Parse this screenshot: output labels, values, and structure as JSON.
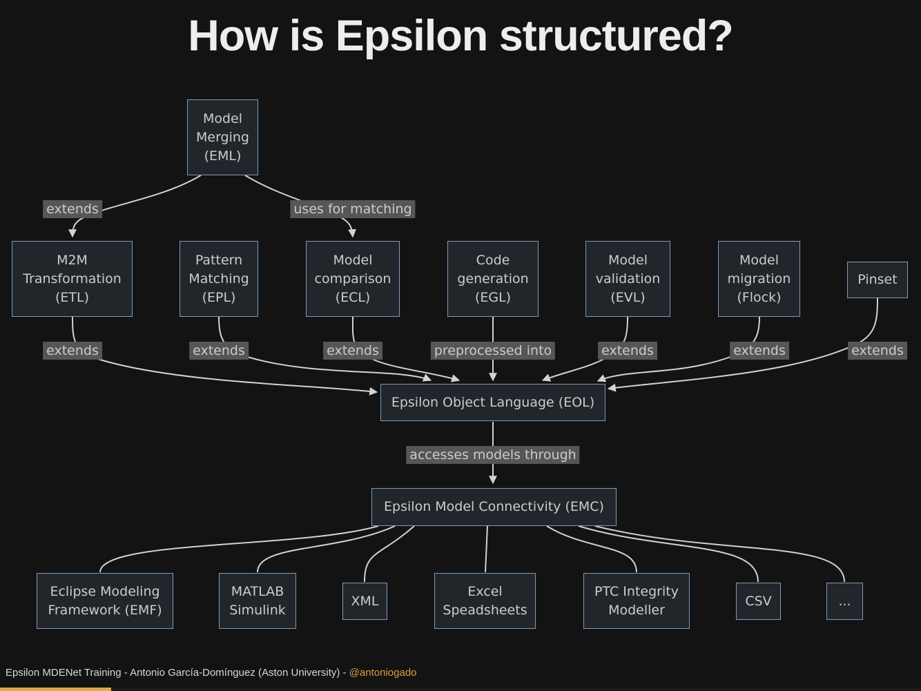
{
  "title": "How is Epsilon structured?",
  "diagram": {
    "nodes": [
      {
        "id": "eml",
        "label": "Model Merging (EML)"
      },
      {
        "id": "etl",
        "label": "M2M Transformation (ETL)"
      },
      {
        "id": "epl",
        "label": "Pattern Matching (EPL)"
      },
      {
        "id": "ecl",
        "label": "Model comparison (ECL)"
      },
      {
        "id": "egl",
        "label": "Code generation (EGL)"
      },
      {
        "id": "evl",
        "label": "Model validation (EVL)"
      },
      {
        "id": "flock",
        "label": "Model migration (Flock)"
      },
      {
        "id": "pinset",
        "label": "Pinset"
      },
      {
        "id": "eol",
        "label": "Epsilon Object Language (EOL)"
      },
      {
        "id": "emc",
        "label": "Epsilon Model Connectivity (EMC)"
      },
      {
        "id": "emf",
        "label": "Eclipse Modeling Framework (EMF)"
      },
      {
        "id": "matlab",
        "label": "MATLAB Simulink"
      },
      {
        "id": "xml",
        "label": "XML"
      },
      {
        "id": "excel",
        "label": "Excel Speadsheets"
      },
      {
        "id": "ptc",
        "label": "PTC Integrity Modeller"
      },
      {
        "id": "csv",
        "label": "CSV"
      },
      {
        "id": "more",
        "label": "..."
      }
    ],
    "edge_labels": [
      {
        "text": "extends"
      },
      {
        "text": "uses for matching"
      },
      {
        "text": "extends"
      },
      {
        "text": "extends"
      },
      {
        "text": "extends"
      },
      {
        "text": "preprocessed into"
      },
      {
        "text": "extends"
      },
      {
        "text": "extends"
      },
      {
        "text": "extends"
      },
      {
        "text": "accesses models through"
      }
    ]
  },
  "footer": {
    "text": "Epsilon MDENet Training - Antonio García-Domínguez (Aston University) - ",
    "handle": "@antoniogado"
  },
  "colors": {
    "background": "#131313",
    "node_fill": "#22262a",
    "node_border": "#7d9cbe",
    "node_text": "#cccccc",
    "edge": "#d3d3d3",
    "edge_label_bg": "#555657",
    "accent_orange": "#e2a84b",
    "link": "#d99f42"
  }
}
